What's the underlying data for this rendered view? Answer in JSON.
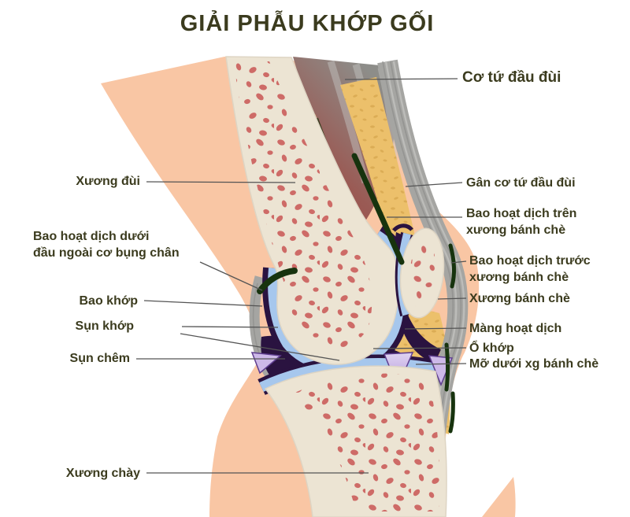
{
  "title": "GIẢI PHẪU KHỚP GỐI",
  "colors": {
    "label_text": "#3b3b1e",
    "leader_line": "#545454",
    "skin": "#f9c6a4",
    "bone_cortex": "#ece4d3",
    "bone_speckle": "#ce6b67",
    "cartilage_blue": "#a6c7ed",
    "capsule_dark_purple": "#2a1340",
    "meniscus_lavender": "#cdb9e8",
    "fat_yellow": "#ecc06b",
    "tendon_gray": "#a5a5a2",
    "muscle_red": "#a34743",
    "bursa_dark_green": "#17330e"
  },
  "labels": {
    "left": [
      {
        "id": "femur",
        "text": "Xương đùi"
      },
      {
        "id": "gastrocnemius-bursa",
        "line1": "Bao hoạt dịch dưới",
        "line2": "đầu ngoài cơ bụng chân"
      },
      {
        "id": "joint-capsule",
        "text": "Bao khớp"
      },
      {
        "id": "articular-cartilage",
        "text": "Sụn khớp"
      },
      {
        "id": "meniscus",
        "text": "Sụn chêm"
      },
      {
        "id": "tibia",
        "text": "Xương chày"
      }
    ],
    "right": [
      {
        "id": "quadriceps-muscle",
        "text": "Cơ tứ đầu đùi"
      },
      {
        "id": "quadriceps-tendon",
        "text": "Gân cơ tứ đầu đùi"
      },
      {
        "id": "suprapatellar-bursa",
        "line1": "Bao hoạt dịch trên",
        "line2": "xương bánh chè"
      },
      {
        "id": "prepatellar-bursa",
        "line1": "Bao hoạt dịch trước",
        "line2": "xương bánh chè"
      },
      {
        "id": "patella",
        "text": "Xương bánh chè"
      },
      {
        "id": "synovial-membrane",
        "text": "Màng hoạt dịch"
      },
      {
        "id": "joint-cavity",
        "text": "Ổ khớp"
      },
      {
        "id": "infrapatellar-fat-pad",
        "text": "Mỡ dưới xg bánh chè"
      }
    ]
  }
}
